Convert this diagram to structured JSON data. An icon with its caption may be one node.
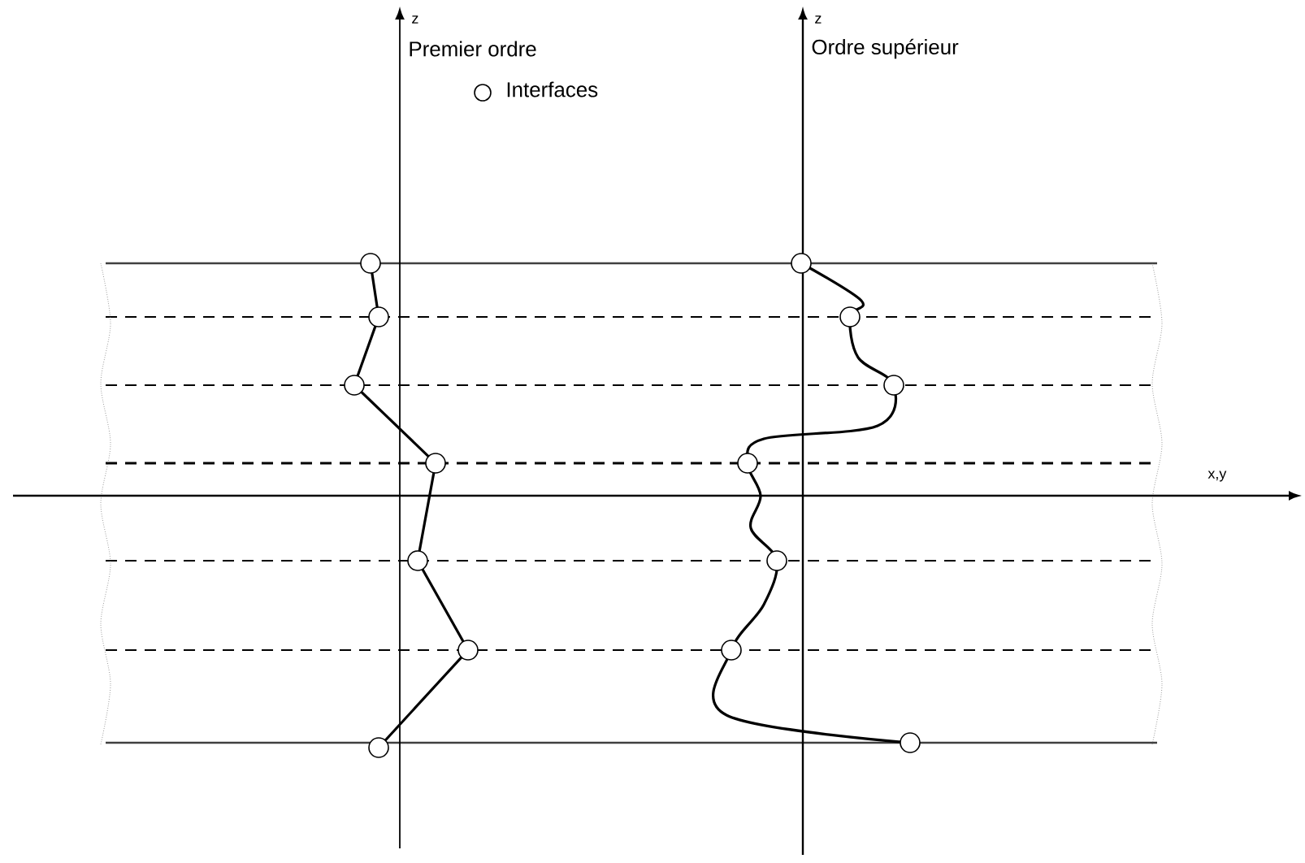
{
  "diagram": {
    "labels": [
      "z",
      "z",
      "Premier ordre",
      "Ordre supérieur",
      "x,y"
    ],
    "legend": [
      {
        "text": "Interfaces"
      }
    ]
  }
}
